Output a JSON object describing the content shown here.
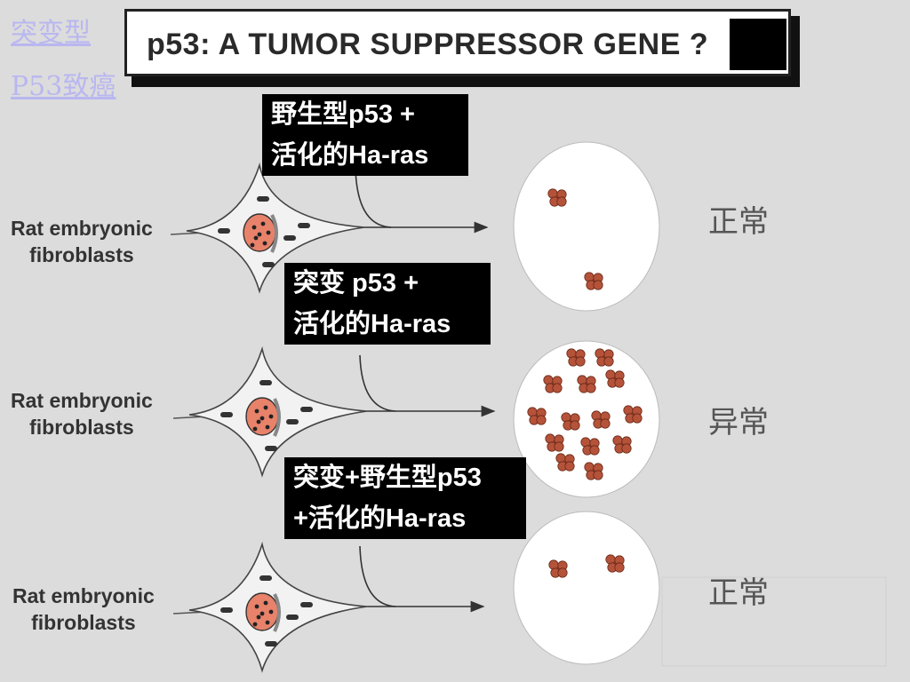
{
  "nav": {
    "link_mutant": "突变型",
    "link_p53_cancer": "P53致癌"
  },
  "title": "p53:  A TUMOR SUPPRESSOR GENE ?",
  "rows": [
    {
      "label_line1": "野生型p53 +",
      "label_line2": "活化的Ha-ras",
      "cell_label_line1": "Rat embryonic",
      "cell_label_line2": "fibroblasts",
      "result": "正常",
      "colony_count": 2
    },
    {
      "label_line1": "突变 p53 +",
      "label_line2": "活化的Ha-ras",
      "cell_label_line1": "Rat embryonic",
      "cell_label_line2": "fibroblasts",
      "result": "异常",
      "colony_count": 14
    },
    {
      "label_line1": "突变+野生型p53",
      "label_line2": "+活化的Ha-ras",
      "cell_label_line1": "Rat embryonic",
      "cell_label_line2": "fibroblasts",
      "result": "正常",
      "colony_count": 2
    }
  ],
  "colors": {
    "background": "#dcdcdc",
    "label_bg": "#000000",
    "nucleus": "#e8826a",
    "colony": "#b5533a",
    "link": "#b9b7f0"
  }
}
